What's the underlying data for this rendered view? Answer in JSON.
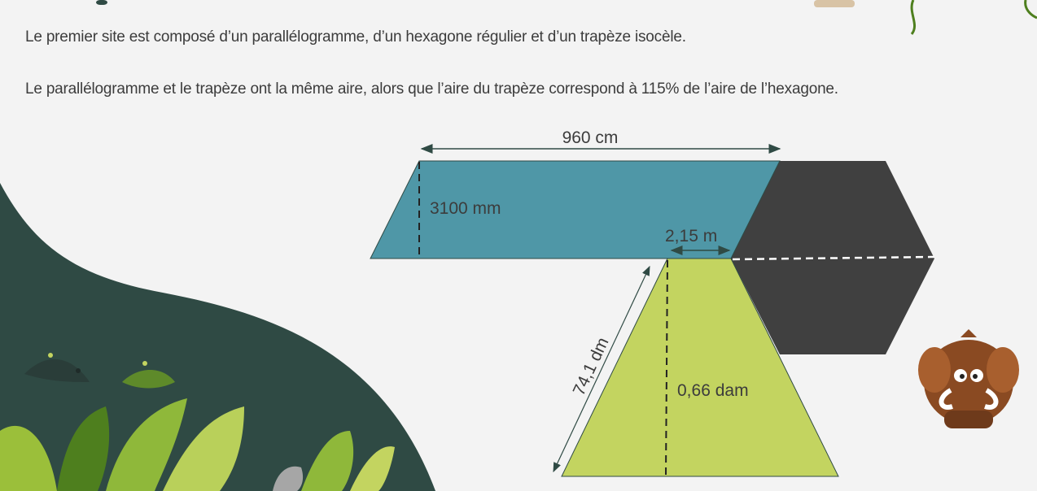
{
  "text": {
    "paragraph_1": "Le premier site est composé d’un parallélogramme, d’un hexagone régulier et d’un trapèze isocèle.",
    "paragraph_2": "Le parallélogramme et le trapèze ont la même aire, alors que l’aire du trapèze correspond à 115% de l’aire de l’hexagone."
  },
  "diagram": {
    "labels": {
      "parallelogram_base": "960 cm",
      "parallelogram_height": "3100 mm",
      "trapezoid_top_base": "2,15 m",
      "trapezoid_side": "74,1 dm",
      "trapezoid_height": "0,66 dam"
    },
    "colors": {
      "parallelogram": "#4f97a7",
      "hexagon": "#404040",
      "trapezoid": "#c3d460",
      "background_blob": "#2f4a44",
      "arrow": "#2f4a44"
    }
  }
}
